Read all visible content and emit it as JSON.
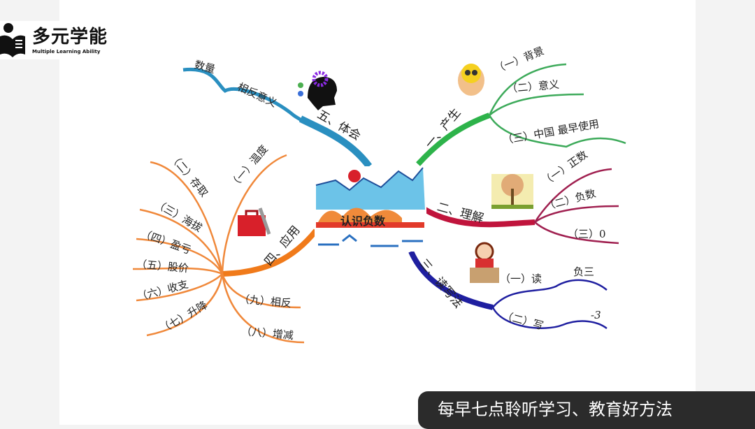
{
  "logo": {
    "name_cn": "多元学能",
    "name_en": "Multiple Learning Ability"
  },
  "center": {
    "title": "认识负数"
  },
  "branches": {
    "b1": {
      "label": "一、产生",
      "color": "#2db34a",
      "items": [
        "（一）背景",
        "（二）意义",
        "（三）中国 最早使用"
      ]
    },
    "b2": {
      "label": "二、理解",
      "color": "#c0143c",
      "items": [
        "（一）正数",
        "（二）负数",
        "（三）0"
      ]
    },
    "b3": {
      "label": "三、读写法",
      "color": "#1f1fa0",
      "items": [
        "（一）读",
        "（二）写"
      ],
      "notes": [
        "负三",
        "-3"
      ]
    },
    "b4": {
      "label": "四、应用",
      "color": "#f07a1a",
      "items": [
        "（一）温度",
        "（二）存取",
        "（三）海拔",
        "（四）盈亏",
        "（五）股价",
        "（六）收支",
        "（七）升降",
        "（八）增减",
        "（九）相反"
      ]
    },
    "b5": {
      "label": "五、体会",
      "color": "#2a8fc0",
      "items": [
        "相反意义",
        "数量"
      ]
    }
  },
  "caption": "每早七点聆听学习、教育好方法"
}
